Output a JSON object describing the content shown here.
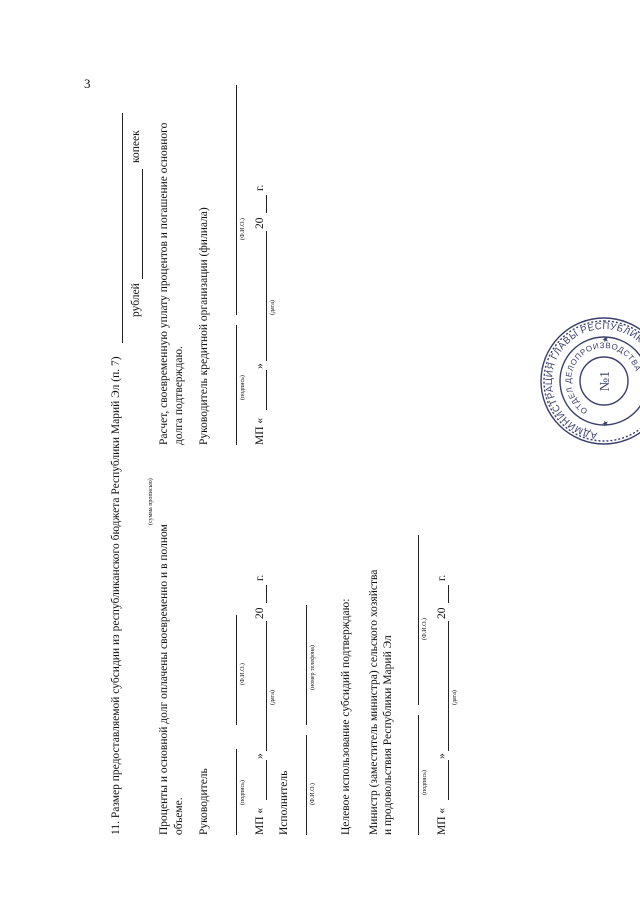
{
  "page_number": "3",
  "item11": {
    "label": "11. Размер предоставляемой субсидии из республиканского бюджета Республики Марий Эл (п. 7)",
    "rubles": "рублей",
    "kopecks": "копеек",
    "amount_caption": "(сумма прописью)"
  },
  "borrower": {
    "statement_line1": "Проценты и основной долг оплачены своевременно и в полном",
    "statement_line2": "объеме.",
    "head_label": "Руководитель",
    "signature_caption": "(подпись)",
    "fio_caption": "(Ф.И.О.)",
    "mp_prefix": "МП «",
    "quote_close": "»",
    "date_caption": "(дата)",
    "year_prefix": "20",
    "year_suffix": "г.",
    "executor_label": "Исполнитель",
    "executor_fio_caption": "(Ф.И.О.)",
    "phone_caption": "(номер телефона)"
  },
  "bank": {
    "statement_line1": "Расчет, своевременную уплату процентов и погашение основного",
    "statement_line2": "долга подтверждаю.",
    "head_label": "Руководитель кредитной организации (филиала)",
    "signature_caption": "(подпись)",
    "fio_caption": "(Ф.И.О.)",
    "mp_prefix": "МП «",
    "quote_close": "»",
    "date_caption": "(дата)",
    "year_prefix": "20",
    "year_suffix": "г."
  },
  "ministry": {
    "confirm_label": "Целевое использование субсидий подтверждаю:",
    "minister_line1": "Министр (заместитель министра) сельского хозяйства",
    "minister_line2": "и продовольствия Республики Марий Эл",
    "signature_caption": "(подпись)",
    "fio_caption": "(Ф.И.О.)",
    "mp_prefix": "МП «",
    "quote_close": "»",
    "date_caption": "(дата)",
    "year_prefix": "20",
    "year_suffix": "г."
  },
  "stamp": {
    "outer_text": "АДМИНИСТРАЦИЯ ГЛАВЫ РЕСПУБЛИКИ МАРИЙ ЭЛ",
    "inner_text": "ОТДЕЛ ДЕЛОПРОИЗВОДСТВА",
    "number": "№1",
    "ink_color": "#3a3f6b"
  }
}
